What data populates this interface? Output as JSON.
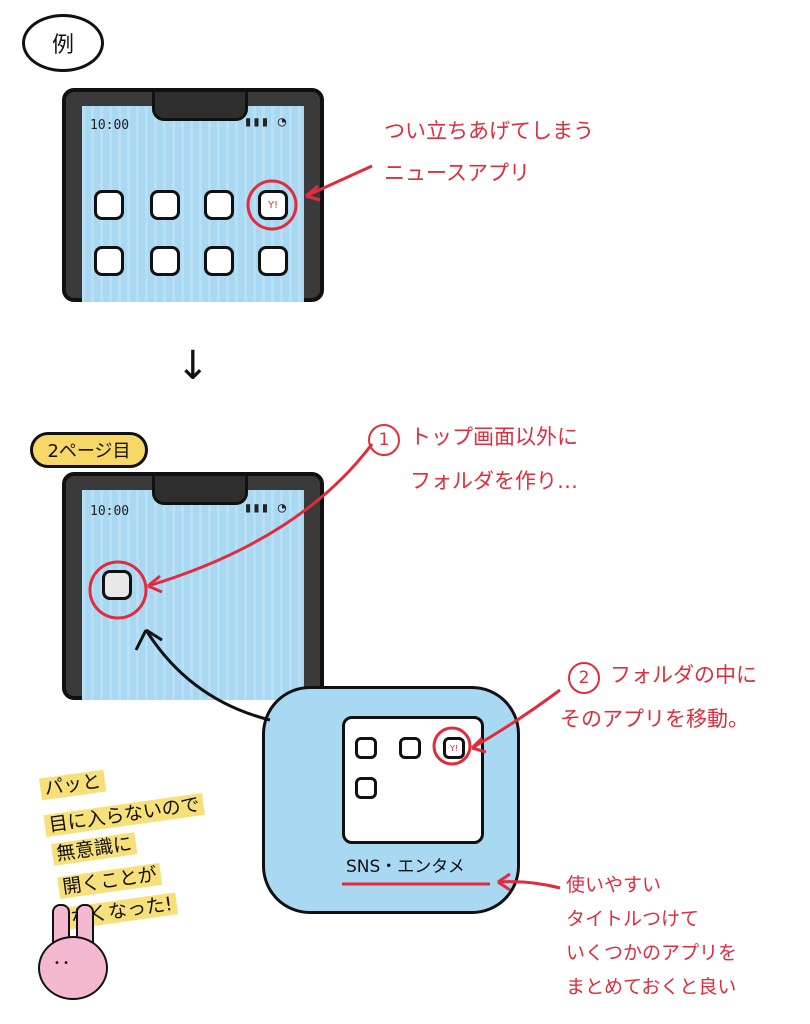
{
  "example_label": "例",
  "top_phone": {
    "status_time": "10:00",
    "news_app_badge": "Y!"
  },
  "down_arrow_icon": "arrow-down-icon",
  "page_tag": "2ページ目",
  "notes": {
    "news_line1": "つい立ちあげてしまう",
    "news_line2": "ニュースアプリ",
    "step1_num": "1",
    "step1_line1": "トップ画面以外に",
    "step1_line2": "フォルダを作り…",
    "step2_num": "2",
    "step2_line1": "フォルダの中に",
    "step2_line2": "そのアプリを移動。",
    "tip_line1": "使いやすい",
    "tip_line2": "タイトルつけて",
    "tip_line3": "いくつかのアプリを",
    "tip_line4": "まとめておくと良い"
  },
  "bottom_phone": {
    "status_time": "10:00"
  },
  "folder": {
    "title": "SNS・エンタメ",
    "app_badge": "Y!"
  },
  "memo": {
    "line1": "パッと",
    "line2": "目に入らないので",
    "line3": "無意識に",
    "line4": "開くことが",
    "line5": "なくなった!"
  },
  "colors": {
    "red": "#e02c3c",
    "sky": "#a9d8f2",
    "highlight": "#f7e07a",
    "rabbit": "#f4b8d0"
  }
}
